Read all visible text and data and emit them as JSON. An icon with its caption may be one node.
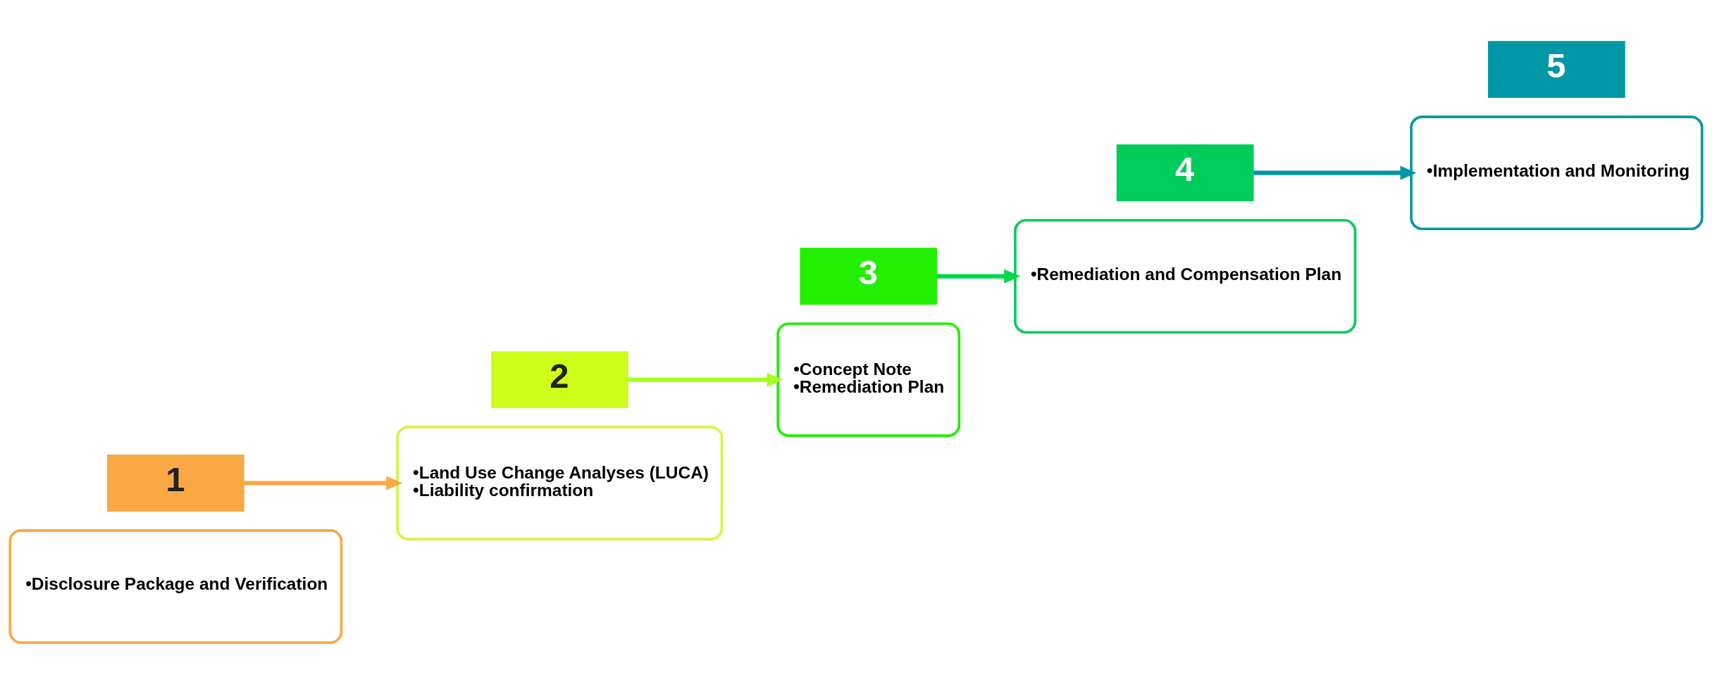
{
  "diagram": {
    "nodes": [
      {
        "text": [
          "•Disclosure Package and Verification"
        ]
      },
      {
        "text": [
          "1"
        ]
      },
      {
        "text": [
          "2"
        ]
      },
      {
        "text": [
          "•Land Use Change Analyses (LUCA)",
          "•Liability confirmation"
        ]
      },
      {
        "text": [
          "•Concept Note",
          "•Remediation Plan"
        ]
      },
      {
        "text": [
          "3"
        ]
      },
      {
        "text": [
          "4"
        ]
      },
      {
        "text": [
          "•Remediation and Compensation Plan"
        ]
      },
      {
        "text": [
          "•Implementation and Monitoring"
        ]
      },
      {
        "text": [
          "5"
        ]
      }
    ],
    "edges": [
      {
        "from": 1,
        "to": 3,
        "arrow": "to",
        "color": "#f9a843"
      },
      {
        "from": 2,
        "to": 4,
        "arrow": "to",
        "color": "#a6ff1f"
      },
      {
        "from": 5,
        "to": 7,
        "arrow": "to",
        "color": "#00d84a"
      },
      {
        "from": 6,
        "to": 8,
        "arrow": "to",
        "color": "#0097a7"
      }
    ]
  }
}
